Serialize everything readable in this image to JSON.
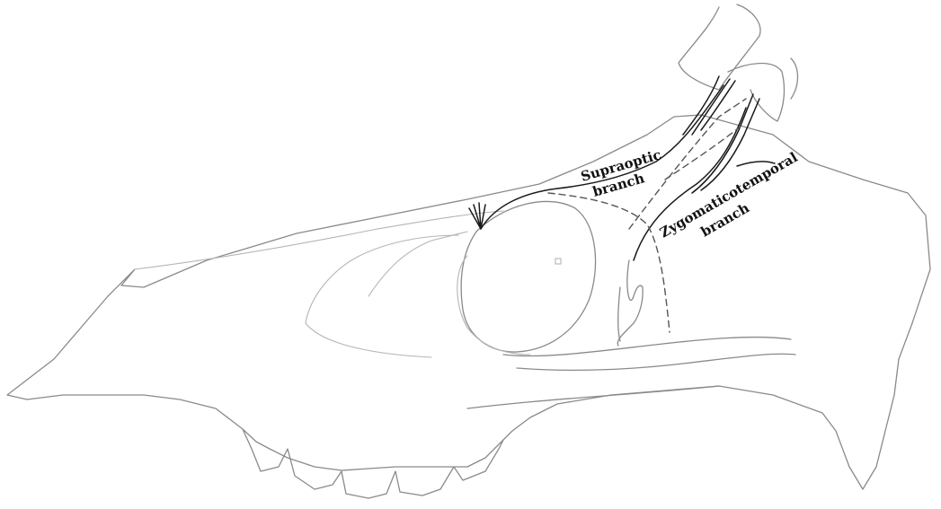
{
  "labels": {
    "supraoptic_line1": "Supraoptic",
    "supraoptic_line2": "branch",
    "zygomatic_line1": "Zygomaticotemporal",
    "zygomatic_line2": "branch"
  }
}
